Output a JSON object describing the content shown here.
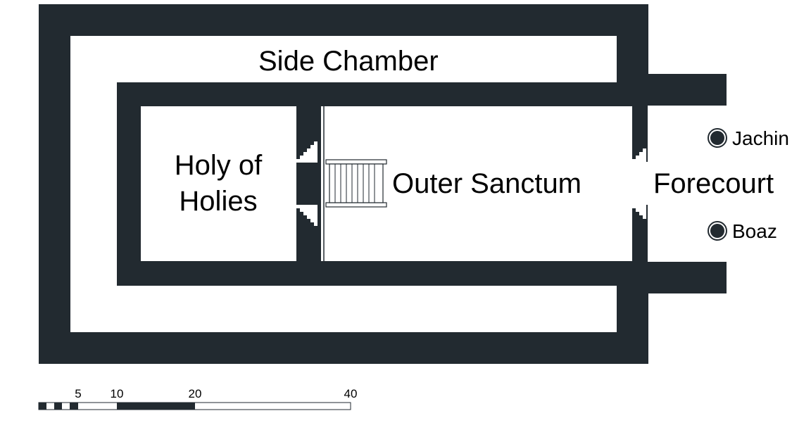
{
  "rooms": {
    "side_chamber": "Side Chamber",
    "holy_of_holies_line1": "Holy of",
    "holy_of_holies_line2": "Holies",
    "outer_sanctum": "Outer Sanctum",
    "forecourt": "Forecourt"
  },
  "pillars": {
    "jachin": "Jachin",
    "boaz": "Boaz"
  },
  "scale_bar": {
    "labels": [
      "5",
      "10",
      "20",
      "40"
    ]
  },
  "colors": {
    "wall": "#222a30",
    "background": "#ffffff"
  }
}
